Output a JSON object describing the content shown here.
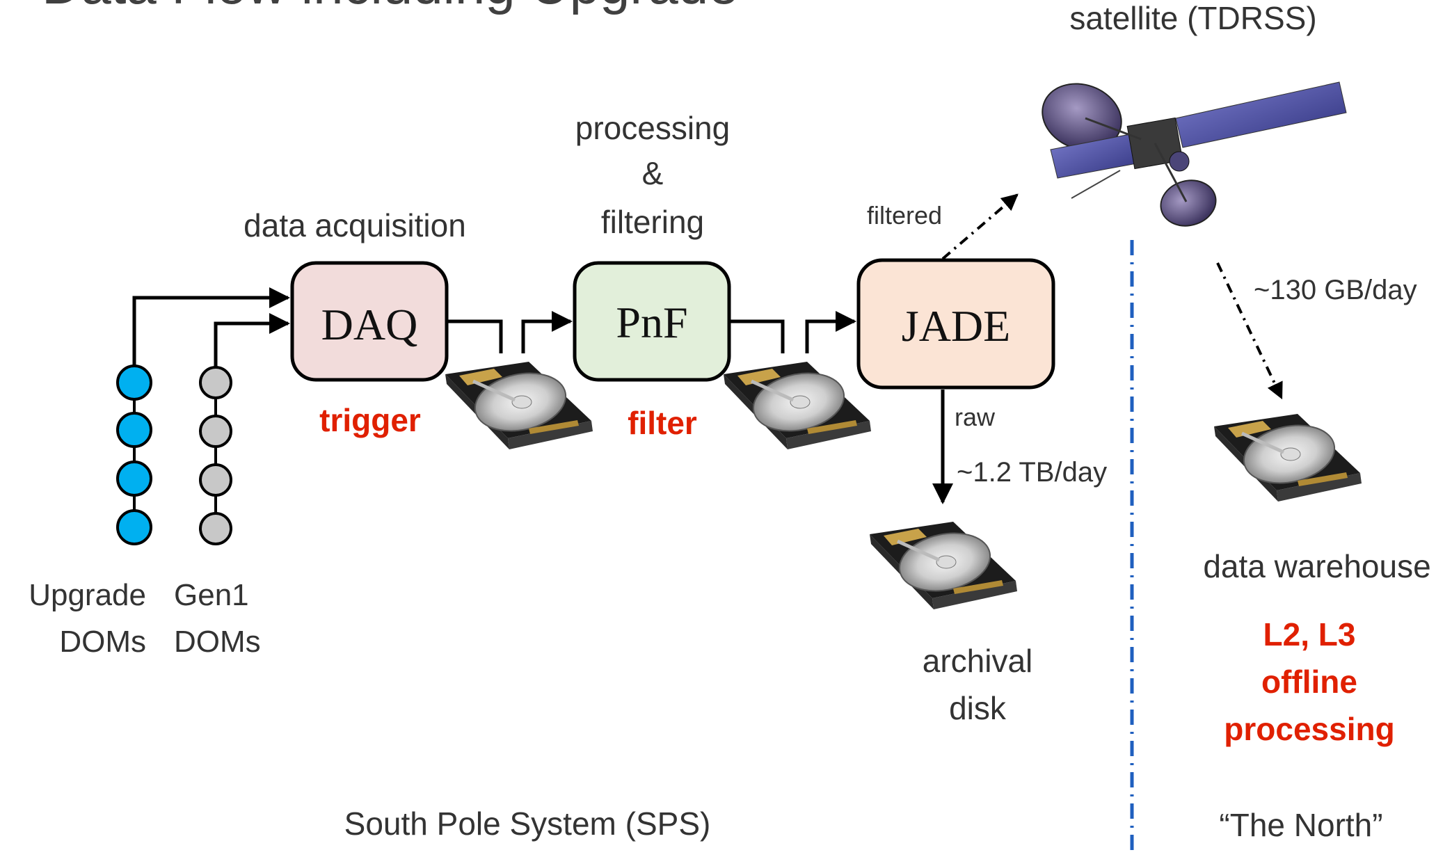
{
  "title": "Data Flow including Upgrade",
  "labels": {
    "data_acquisition": "data acquisition",
    "processing_line1": "processing",
    "processing_line2": "&",
    "processing_line3": "filtering",
    "satellite": "satellite (TDRSS)",
    "filtered": "filtered",
    "raw": "raw",
    "raw_rate": "~1.2 TB/day",
    "sat_rate": "~130 GB/day",
    "trigger": "trigger",
    "filter": "filter",
    "upgrade_line1": "Upgrade",
    "upgrade_line2": "DOMs",
    "gen1_line1": "Gen1",
    "gen1_line2": "DOMs",
    "archival_line1": "archival",
    "archival_line2": "disk",
    "warehouse": "data warehouse",
    "offline_line1": "L2, L3",
    "offline_line2": "offline",
    "offline_line3": "processing",
    "sps": "South Pole System (SPS)",
    "north": "“The North”"
  },
  "boxes": {
    "daq": "DAQ",
    "pnf": "PnF",
    "jade": "JADE"
  },
  "colors": {
    "daq_fill": "#f2dcdb",
    "pnf_fill": "#e2efda",
    "jade_fill": "#fbe4d5",
    "highlight_red": "#e02000",
    "upgrade_dom": "#00b0f0",
    "gen1_dom": "#c8c8c8",
    "divider": "#1f5fbf"
  }
}
